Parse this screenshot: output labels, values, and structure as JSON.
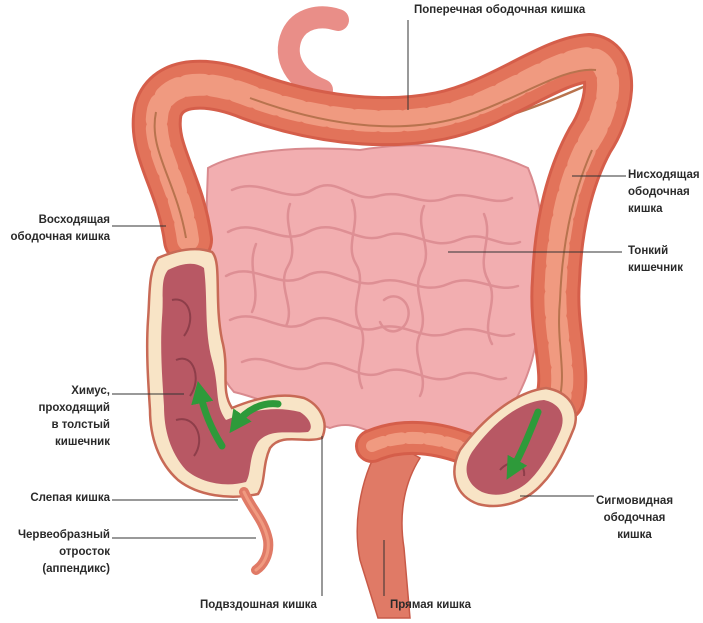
{
  "labels": {
    "transverse_colon": "Поперечная ободочная кишка",
    "ascending_colon": [
      "Восходящая",
      "ободочная кишка"
    ],
    "descending_colon": [
      "Нисходящая",
      "ободочная",
      "кишка"
    ],
    "small_intestine": [
      "Тонкий",
      "кишечник"
    ],
    "chyme": [
      "Химус,",
      "проходящий",
      "в толстый",
      "кишечник"
    ],
    "cecum": "Слепая кишка",
    "appendix": [
      "Червеобразный",
      "отросток",
      "(аппендикс)"
    ],
    "sigmoid_colon": [
      "Сигмовидная",
      "ободочная",
      "кишка"
    ],
    "ileum": "Подвздошная кишка",
    "rectum": "Прямая кишка"
  },
  "colors": {
    "colon": "#e2735a",
    "colon_haustra": "#f09a80",
    "small_intestine": "#f2aeb0",
    "lumen_interior": "#b85864",
    "wall_cut": "#f8e4c6",
    "arrow": "#2e9a3a",
    "leader_line": "#333333"
  }
}
